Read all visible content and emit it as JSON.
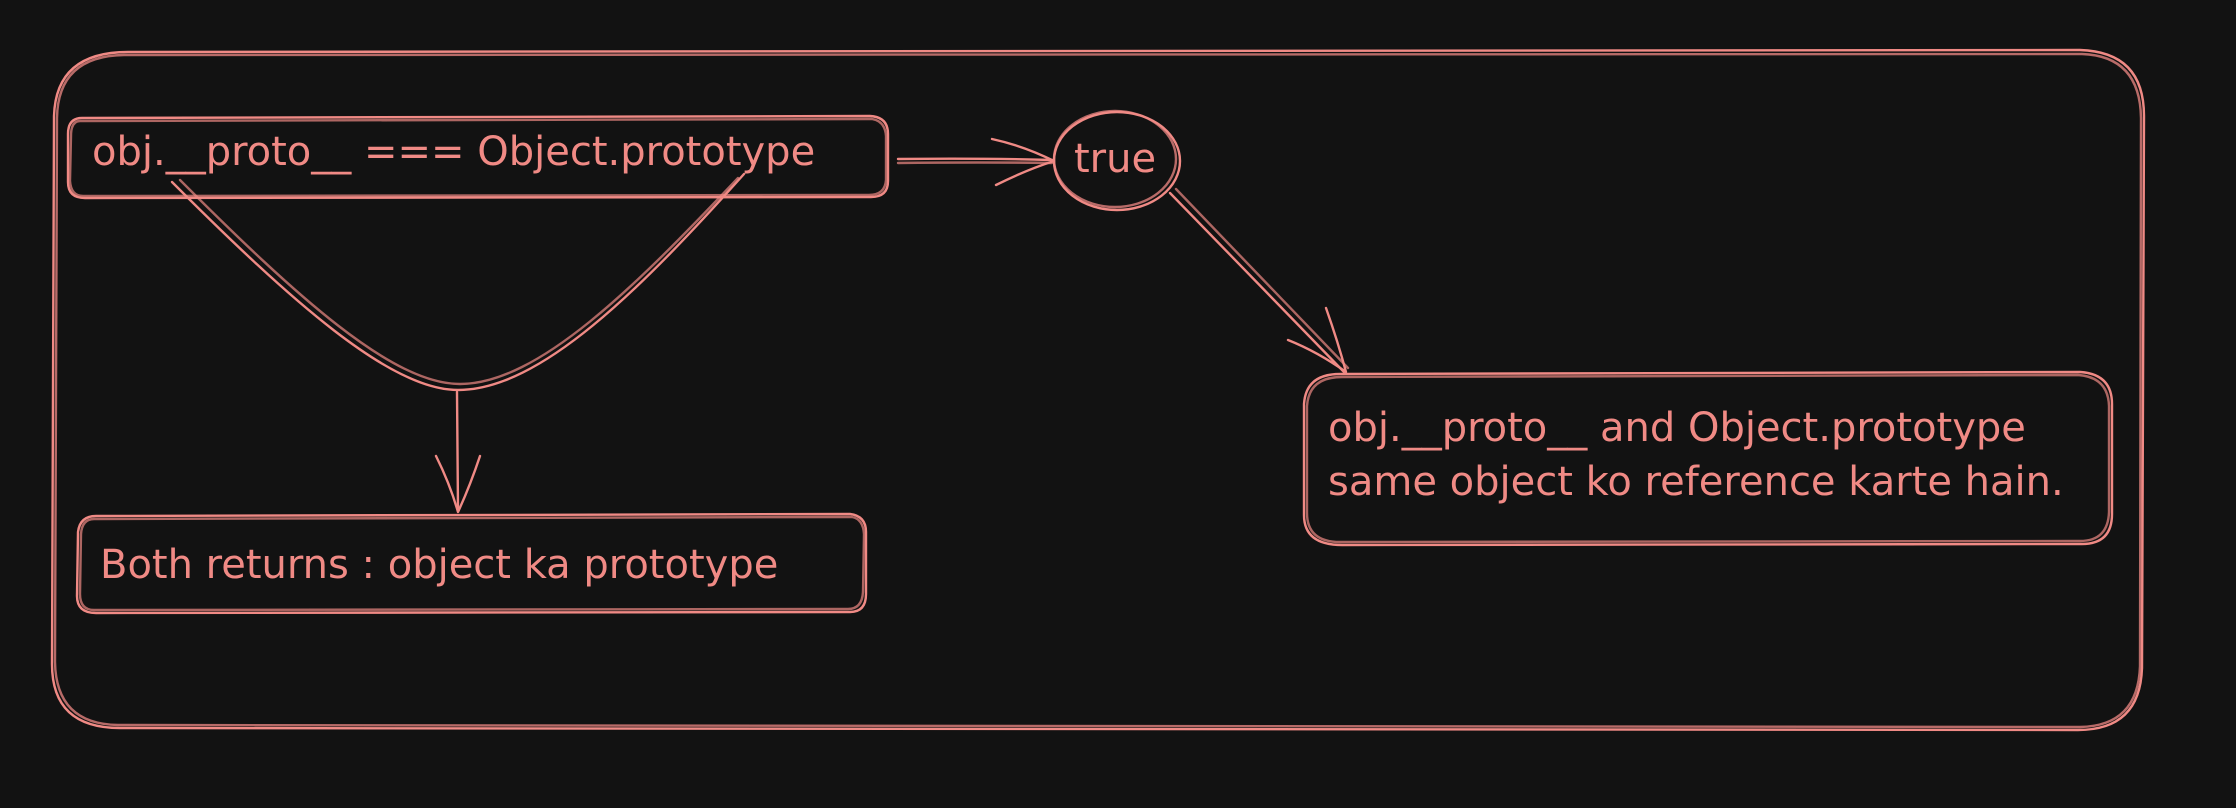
{
  "colors": {
    "background": "#121212",
    "stroke": "#f08a85",
    "text": "#f08a85"
  },
  "nodes": {
    "expression": {
      "text": "obj.__proto__ === Object.prototype"
    },
    "result": {
      "text": "true"
    },
    "explanation": {
      "line1": "obj.__proto__ and Object.prototype",
      "line2": "same object ko reference karte hain."
    },
    "both_returns": {
      "text": "Both returns : object ka prototype"
    }
  },
  "edges": [
    {
      "from": "expression",
      "to": "result"
    },
    {
      "from": "result",
      "to": "explanation"
    },
    {
      "from": "expression",
      "to": "both_returns"
    }
  ]
}
